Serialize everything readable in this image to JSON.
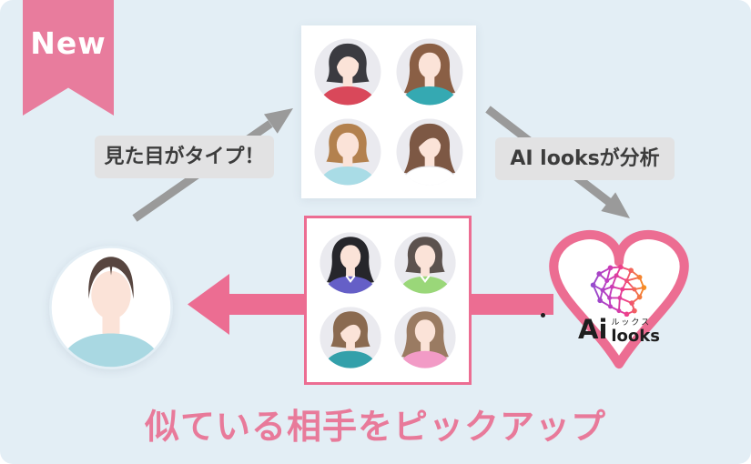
{
  "badge": {
    "label": "New"
  },
  "labels": {
    "type_label": "見た目がタイプ！",
    "analyze_label": "AI looksが分析"
  },
  "caption": "似ている相手をピックアップ",
  "heart_logo": {
    "ai": "Ai",
    "kana": "ルックス",
    "looks": "looks"
  },
  "colors": {
    "background": "#E3EEF5",
    "pink": "#EC6D92",
    "pink_soft": "#E87A9A",
    "ribbon": "#E87C9D",
    "gray_arrow": "#9A9A9A",
    "label_bg": "#E2E2E3",
    "label_text": "#3C3C3C",
    "card": "#FFFFFF",
    "avatar_bg": "#EAEAEF",
    "skin": "#FBE3D8"
  },
  "candidates_top": [
    {
      "hair": "#3B3B40",
      "top": "#D9485A",
      "style": "bob",
      "back": "mid"
    },
    {
      "hair": "#8A5F45",
      "top": "#35A9B2",
      "style": "long",
      "back": "long"
    },
    {
      "hair": "#B3814E",
      "top": "#A9DCE6",
      "style": "short",
      "back": "mid"
    },
    {
      "hair": "#7D5844",
      "top": "#FFFFFF",
      "style": "side",
      "back": "long"
    }
  ],
  "candidates_picked": [
    {
      "hair": "#26262B",
      "top": "#655FC7",
      "style": "long",
      "back": "long",
      "collar": true
    },
    {
      "hair": "#5C524E",
      "top": "#9AD779",
      "style": "short",
      "back": "mid",
      "collar": true
    },
    {
      "hair": "#8A6A50",
      "top": "#33A0AA",
      "style": "side",
      "back": "mid"
    },
    {
      "hair": "#9A7B62",
      "top": "#F29BC6",
      "style": "long",
      "back": "long"
    }
  ],
  "user": {
    "hair": "#57453F",
    "top": "#A9D8E2",
    "style": "male",
    "bg": "#FFFFFF"
  }
}
